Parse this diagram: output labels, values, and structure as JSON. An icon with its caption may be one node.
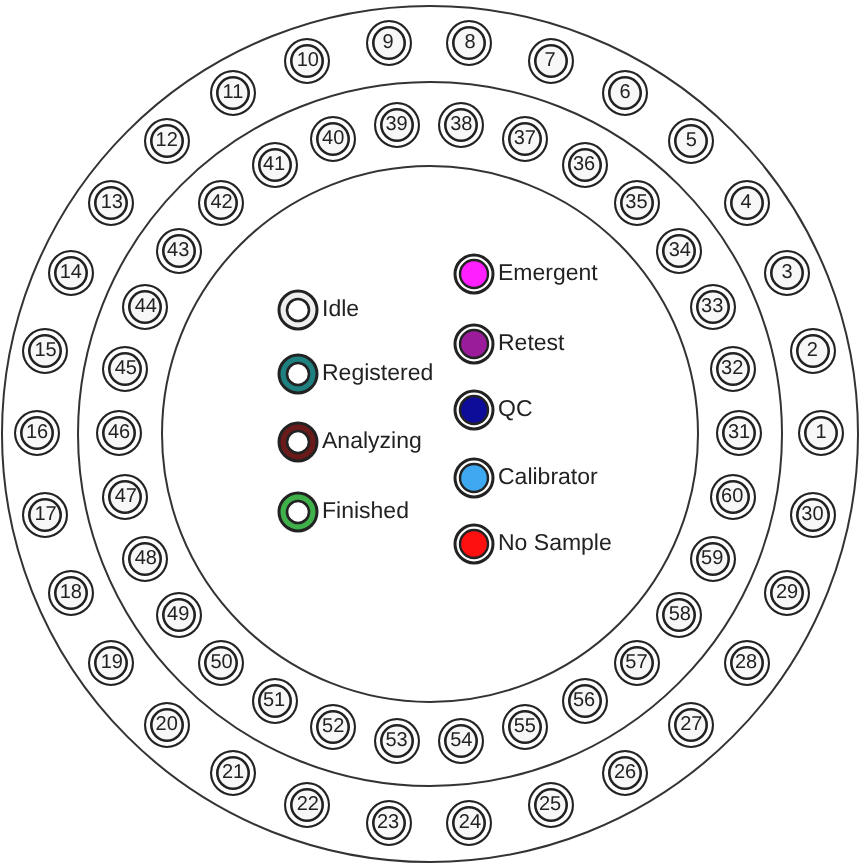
{
  "diagram": {
    "nodes": [
      {
        "text": [
          "1"
        ]
      },
      {
        "text": [
          "2"
        ]
      },
      {
        "text": [
          "3"
        ]
      },
      {
        "text": [
          "4"
        ]
      },
      {
        "text": [
          "5"
        ]
      },
      {
        "text": [
          "6"
        ]
      },
      {
        "text": [
          "7"
        ]
      },
      {
        "text": [
          "8"
        ]
      },
      {
        "text": [
          "9"
        ]
      },
      {
        "text": [
          "10"
        ]
      },
      {
        "text": [
          "11"
        ]
      },
      {
        "text": [
          "12"
        ]
      },
      {
        "text": [
          "13"
        ]
      },
      {
        "text": [
          "14"
        ]
      },
      {
        "text": [
          "15"
        ]
      },
      {
        "text": [
          "16"
        ]
      },
      {
        "text": [
          "17"
        ]
      },
      {
        "text": [
          "18"
        ]
      },
      {
        "text": [
          "19"
        ]
      },
      {
        "text": [
          "20"
        ]
      },
      {
        "text": [
          "21"
        ]
      },
      {
        "text": [
          "22"
        ]
      },
      {
        "text": [
          "23"
        ]
      },
      {
        "text": [
          "24"
        ]
      },
      {
        "text": [
          "25"
        ]
      },
      {
        "text": [
          "26"
        ]
      },
      {
        "text": [
          "27"
        ]
      },
      {
        "text": [
          "28"
        ]
      },
      {
        "text": [
          "29"
        ]
      },
      {
        "text": [
          "30"
        ]
      },
      {
        "text": [
          "31"
        ]
      },
      {
        "text": [
          "32"
        ]
      },
      {
        "text": [
          "33"
        ]
      },
      {
        "text": [
          "34"
        ]
      },
      {
        "text": [
          "35"
        ]
      },
      {
        "text": [
          "36"
        ]
      },
      {
        "text": [
          "37"
        ]
      },
      {
        "text": [
          "38"
        ]
      },
      {
        "text": [
          "39"
        ]
      },
      {
        "text": [
          "40"
        ]
      },
      {
        "text": [
          "41"
        ]
      },
      {
        "text": [
          "42"
        ]
      },
      {
        "text": [
          "43"
        ]
      },
      {
        "text": [
          "44"
        ]
      },
      {
        "text": [
          "45"
        ]
      },
      {
        "text": [
          "46"
        ]
      },
      {
        "text": [
          "47"
        ]
      },
      {
        "text": [
          "48"
        ]
      },
      {
        "text": [
          "49"
        ]
      },
      {
        "text": [
          "50"
        ]
      },
      {
        "text": [
          "51"
        ]
      },
      {
        "text": [
          "52"
        ]
      },
      {
        "text": [
          "53"
        ]
      },
      {
        "text": [
          "54"
        ]
      },
      {
        "text": [
          "55"
        ]
      },
      {
        "text": [
          "56"
        ]
      },
      {
        "text": [
          "57"
        ]
      },
      {
        "text": [
          "58"
        ]
      },
      {
        "text": [
          "59"
        ]
      },
      {
        "text": [
          "60"
        ]
      }
    ],
    "edges": [],
    "legend": [
      {
        "text": "Idle",
        "color": "#eeeeee"
      },
      {
        "text": "Registered",
        "color": "#1f8080"
      },
      {
        "text": "Analyzing",
        "color": "#6b1a1a"
      },
      {
        "text": "Finished",
        "color": "#3fb04a"
      },
      {
        "text": "Emergent",
        "color": "#ff1fff"
      },
      {
        "text": "Retest",
        "color": "#9b1c9b"
      },
      {
        "text": "QC",
        "color": "#0d0d99"
      },
      {
        "text": "Calibrator",
        "color": "#3ea8f0"
      },
      {
        "text": "No Sample",
        "color": "#ff1010"
      }
    ]
  }
}
